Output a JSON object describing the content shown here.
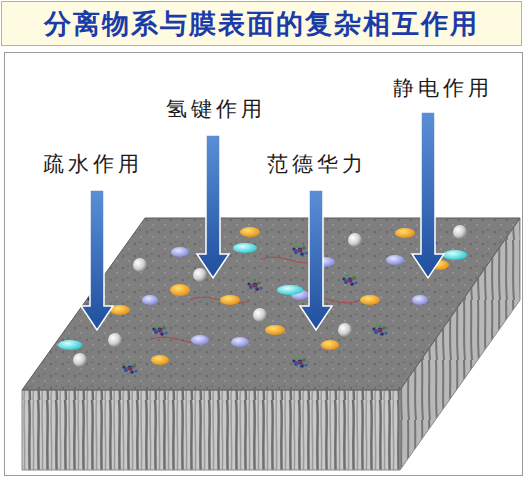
{
  "diagram": {
    "title": "分离物系与膜表面的复杂相互作用",
    "labels": [
      "氢键作用",
      "静电作用",
      "疏水作用",
      "范德华力"
    ]
  }
}
